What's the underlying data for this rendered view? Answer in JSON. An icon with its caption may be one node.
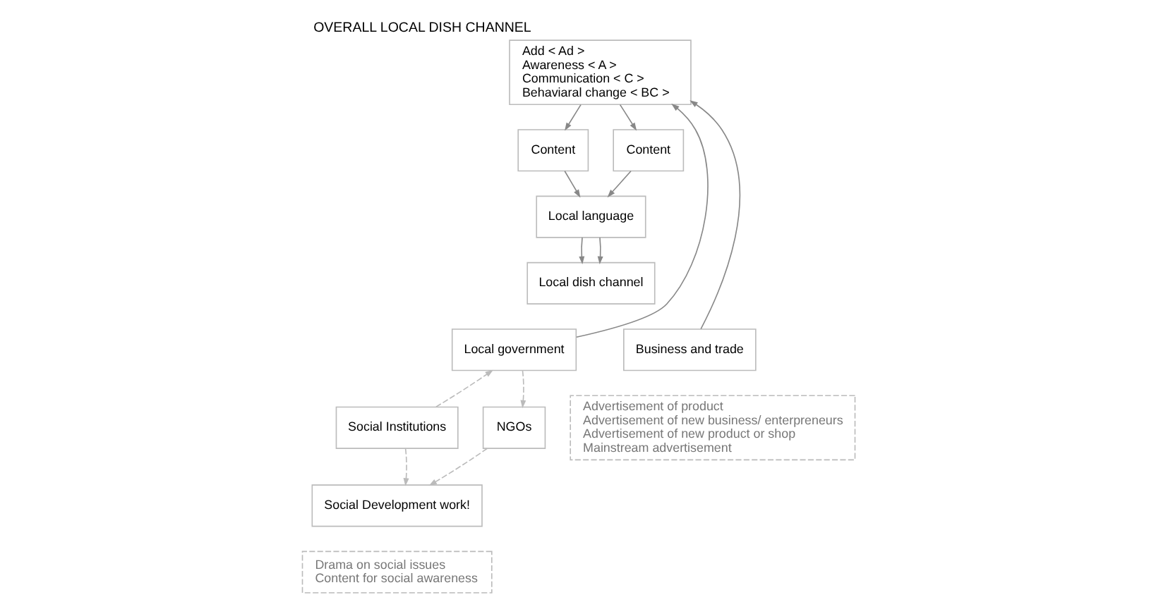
{
  "diagram": {
    "title": "OVERALL LOCAL DISH CHANNEL",
    "nodes": [
      {
        "text": [
          "Add < Ad >",
          "Awareness < A >",
          "Communication < C >",
          "Behaviaral change < BC >"
        ]
      },
      {
        "text": [
          "Content"
        ]
      },
      {
        "text": [
          "Content"
        ]
      },
      {
        "text": [
          "Local language"
        ]
      },
      {
        "text": [
          "Local dish channel"
        ]
      },
      {
        "text": [
          "Local government"
        ]
      },
      {
        "text": [
          "Social Institutions"
        ]
      },
      {
        "text": [
          "NGOs"
        ]
      },
      {
        "text": [
          "Social Development work!"
        ]
      },
      {
        "text": [
          "Drama on social issues",
          "Content for social awareness"
        ]
      },
      {
        "text": [
          "Business and trade"
        ]
      },
      {
        "text": [
          "Advertisement of product",
          "Advertisement of new business/ enterpreneurs",
          "Advertisement of new product or shop",
          "Mainstream advertisement"
        ]
      }
    ],
    "edges": [
      {
        "from": 0,
        "to": 1,
        "arrow": "to"
      },
      {
        "from": 0,
        "to": 2,
        "arrow": "to"
      },
      {
        "from": 1,
        "to": 3,
        "arrow": "to"
      },
      {
        "from": 2,
        "to": 3,
        "arrow": "to"
      },
      {
        "from": 3,
        "to": 4,
        "arrow": "to"
      },
      {
        "from": 3,
        "to": 4,
        "arrow": "to"
      },
      {
        "from": 5,
        "to": 0,
        "arrow": "to"
      },
      {
        "from": 10,
        "to": 0,
        "arrow": "to"
      },
      {
        "from": 6,
        "to": 5,
        "arrow": "to",
        "style": "dashed",
        "color": "#bbbbbb"
      },
      {
        "from": 5,
        "to": 7,
        "arrow": "to",
        "style": "dashed",
        "color": "#bbbbbb"
      },
      {
        "from": 7,
        "to": 8,
        "arrow": "to",
        "style": "dashed",
        "color": "#bbbbbb"
      },
      {
        "from": 6,
        "to": 8,
        "arrow": "to",
        "style": "dashed",
        "color": "#bbbbbb"
      }
    ]
  }
}
